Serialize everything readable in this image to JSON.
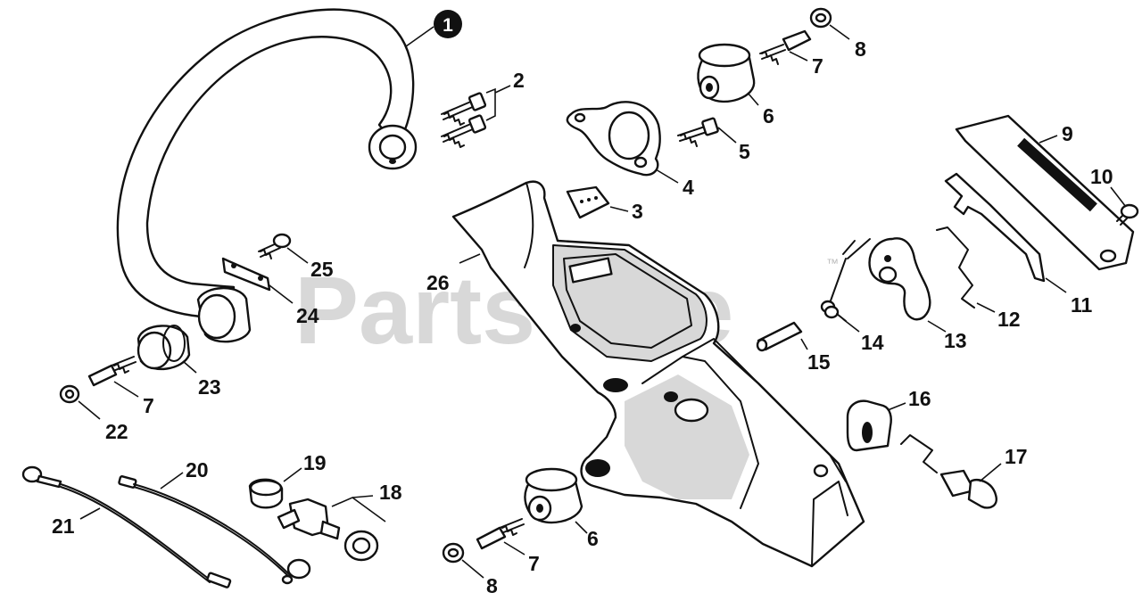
{
  "watermark": {
    "text": "PartsTree",
    "trademark": "™"
  },
  "callouts": {
    "c1": "1",
    "c2": "2",
    "c3": "3",
    "c4": "4",
    "c5": "5",
    "c6a": "6",
    "c6b": "6",
    "c7a": "7",
    "c7b": "7",
    "c7c": "7",
    "c8a": "8",
    "c8b": "8",
    "c9": "9",
    "c10": "10",
    "c11": "11",
    "c12": "12",
    "c13": "13",
    "c14": "14",
    "c15": "15",
    "c16": "16",
    "c17": "17",
    "c18": "18",
    "c19": "19",
    "c20": "20",
    "c21": "21",
    "c22": "22",
    "c23": "23",
    "c24": "24",
    "c25": "25",
    "c26": "26"
  }
}
